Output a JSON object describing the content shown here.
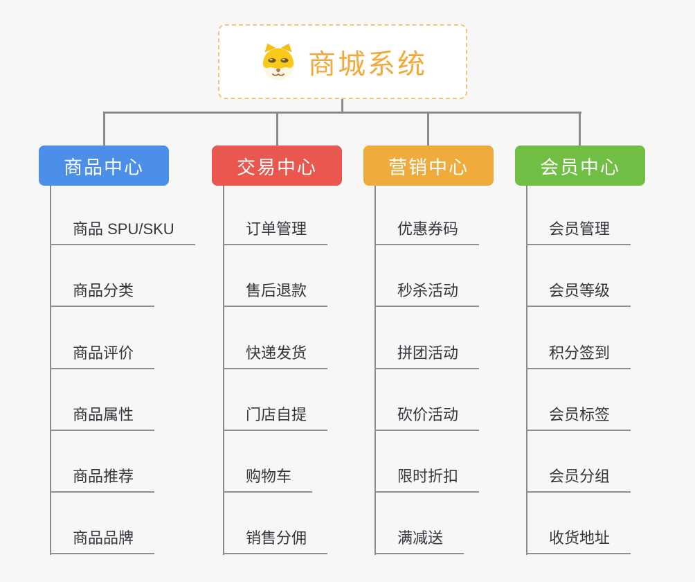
{
  "root": {
    "title": "商城系统",
    "icon": "dog-face-icon",
    "title_color": "#F2A93C",
    "border_color": "#F6C476"
  },
  "branches": [
    {
      "label": "商品中心",
      "color": "#4C8FE8",
      "items": [
        "商品 SPU/SKU",
        "商品分类",
        "商品评价",
        "商品属性",
        "商品推荐",
        "商品品牌"
      ]
    },
    {
      "label": "交易中心",
      "color": "#E9574F",
      "items": [
        "订单管理",
        "售后退款",
        "快递发货",
        "门店自提",
        "购物车",
        "销售分佣"
      ]
    },
    {
      "label": "营销中心",
      "color": "#EFAC3D",
      "items": [
        "优惠券码",
        "秒杀活动",
        "拼团活动",
        "砍价活动",
        "限时折扣",
        "满减送"
      ]
    },
    {
      "label": "会员中心",
      "color": "#70BE44",
      "items": [
        "会员管理",
        "会员等级",
        "积分签到",
        "会员标签",
        "会员分组",
        "收货地址"
      ]
    }
  ],
  "colors": {
    "background": "#F7F7F7",
    "connector": "#8A8A8A",
    "leaf_text": "#33363B",
    "leaf_underline": "#8F8F8F"
  }
}
